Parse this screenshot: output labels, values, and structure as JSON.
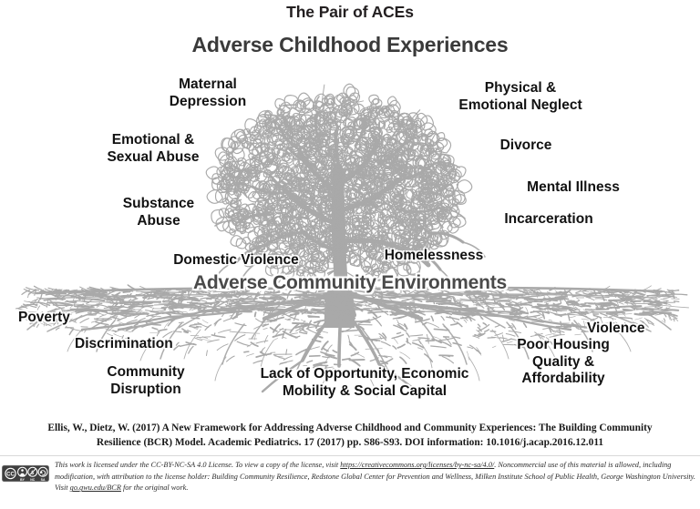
{
  "figure": {
    "title": "The Pair of ACEs",
    "subtitle": "Adverse Childhood Experiences",
    "band_label": "Adverse Community Environments",
    "tree_color": "#a9a9a9",
    "heading_color": "#3a3a3a",
    "label_color": "#121212"
  },
  "ace_labels": [
    {
      "id": "maternal-depression",
      "text": "Maternal\nDepression"
    },
    {
      "id": "emotional-sexual-abuse",
      "text": "Emotional &\nSexual Abuse"
    },
    {
      "id": "substance-abuse",
      "text": "Substance\nAbuse"
    },
    {
      "id": "domestic-violence",
      "text": "Domestic Violence"
    },
    {
      "id": "homelessness",
      "text": "Homelessness"
    },
    {
      "id": "physical-emotional-neglect",
      "text": "Physical &\nEmotional Neglect"
    },
    {
      "id": "divorce",
      "text": "Divorce"
    },
    {
      "id": "mental-illness",
      "text": "Mental Illness"
    },
    {
      "id": "incarceration",
      "text": "Incarceration"
    }
  ],
  "community_labels": [
    {
      "id": "poverty",
      "text": "Poverty"
    },
    {
      "id": "discrimination",
      "text": "Discrimination"
    },
    {
      "id": "community-disruption",
      "text": "Community\nDisruption"
    },
    {
      "id": "lack-of-opportunity",
      "text": "Lack of Opportunity, Economic\nMobility & Social Capital"
    },
    {
      "id": "poor-housing",
      "text": "Poor Housing\nQuality &\nAffordability"
    },
    {
      "id": "violence",
      "text": "Violence"
    }
  ],
  "citation": {
    "line1": "Ellis, W., Dietz, W. (2017)  A New Framework for Addressing Adverse Childhood and Community Experiences: The Building Community",
    "line2": "Resilience (BCR) Model. Academic Pediatrics. 17 (2017) pp. S86-S93. DOI information: 10.1016/j.acap.2016.12.011"
  },
  "license": {
    "badge_text": "CC",
    "badge_terms": [
      "BY",
      "NC",
      "SA"
    ],
    "part1": "This work is licensed under the CC-BY-NC-SA 4.0 License. To view a copy of the license, visit ",
    "link1": "https://creativecommons.org/licenses/by-nc-sa/4.0/",
    "part2": ". Noncommercial use of this material is allowed, including modification, with attribution to the license holder: Building Community Resilience, Redstone Global Center for Prevention and Wellness, Milken Institute School of Public Health, George Washington University. Visit ",
    "link2": "go.gwu.edu/BCR",
    "part3": " for the original work."
  }
}
